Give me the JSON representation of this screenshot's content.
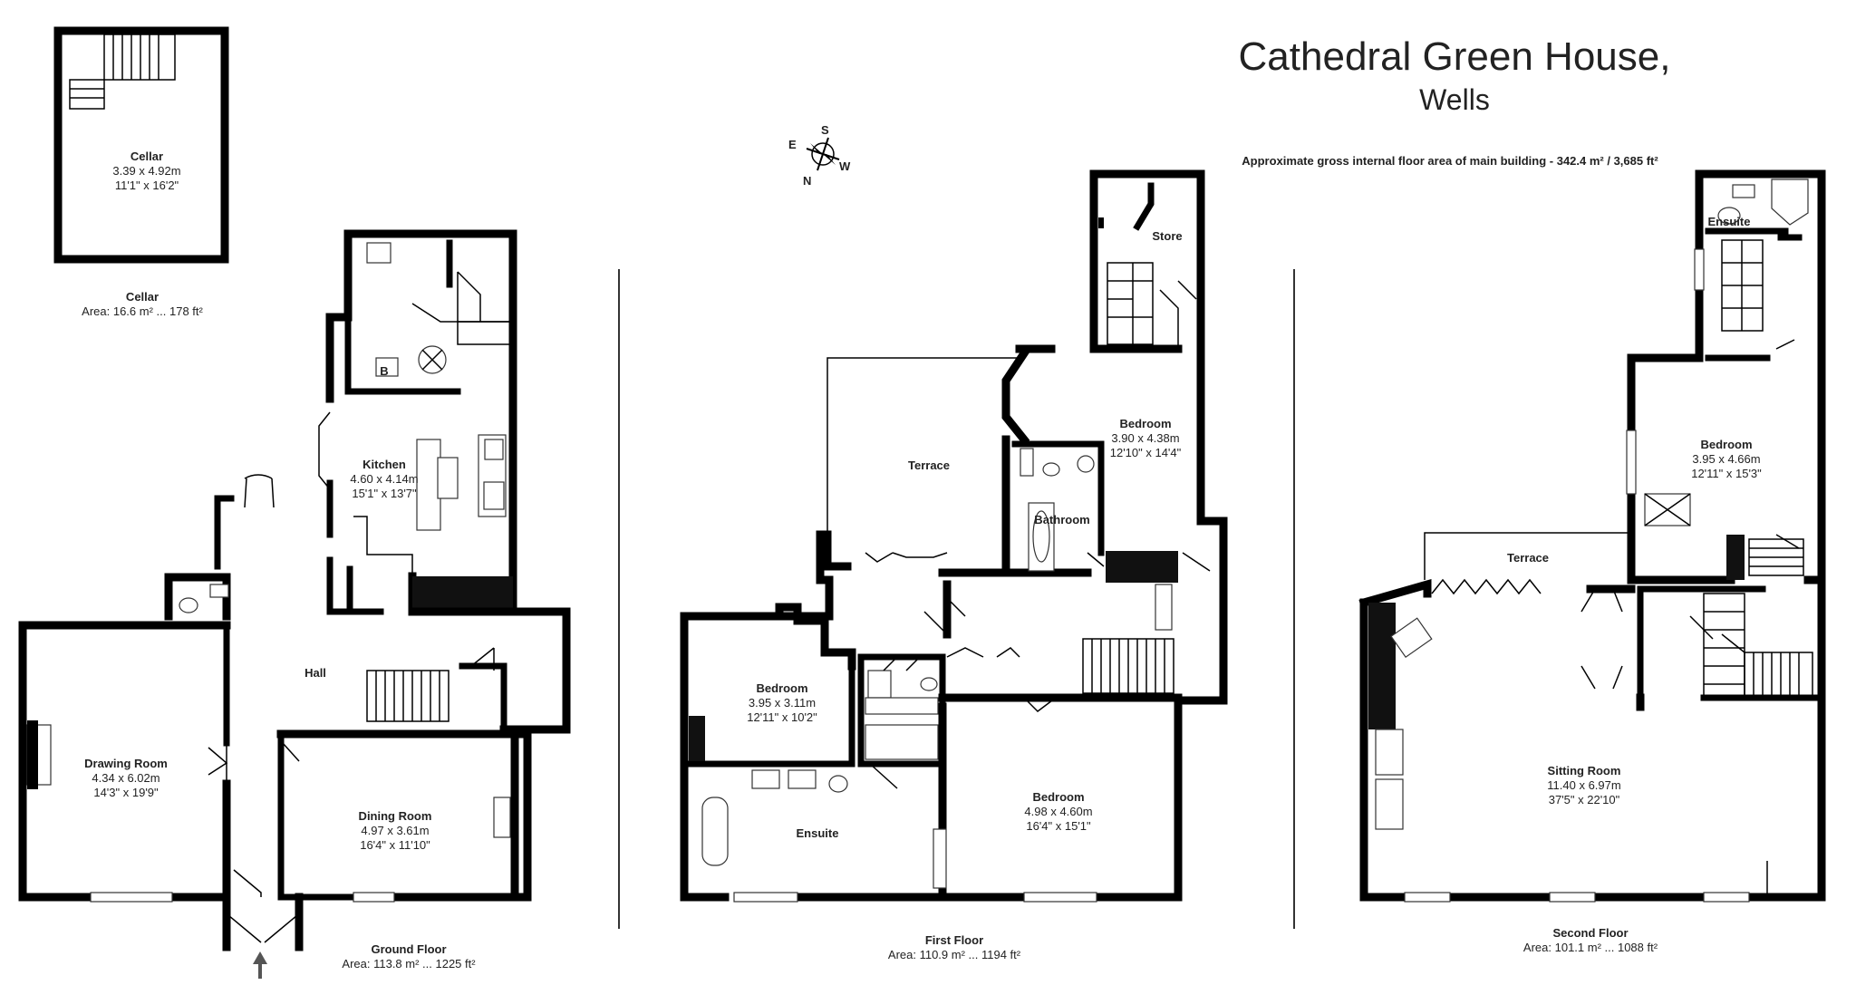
{
  "header": {
    "title": "Cathedral Green House,",
    "subtitle": "Wells",
    "gross_area_label": "Approximate gross internal floor area of main building  -  342.4 m² / 3,685 ft²"
  },
  "compass": {
    "s": "S",
    "e": "E",
    "w": "W",
    "n": "N"
  },
  "rooms": {
    "cellar": {
      "name": "Cellar",
      "m": "3.39 x 4.92m",
      "ft": "11'1\" x 16'2\""
    },
    "kitchen": {
      "name": "Kitchen",
      "m": "4.60 x 4.14m",
      "ft": "15'1\" x 13'7\""
    },
    "boiler": {
      "name": "B"
    },
    "hall": {
      "name": "Hall"
    },
    "drawing": {
      "name": "Drawing Room",
      "m": "4.34 x 6.02m",
      "ft": "14'3\" x 19'9\""
    },
    "dining": {
      "name": "Dining Room",
      "m": "4.97 x 3.61m",
      "ft": "16'4\" x 11'10\""
    },
    "terrace1": {
      "name": "Terrace"
    },
    "store": {
      "name": "Store"
    },
    "bedroom1": {
      "name": "Bedroom",
      "m": "3.90 x 4.38m",
      "ft": "12'10\" x 14'4\""
    },
    "bathroom": {
      "name": "Bathroom"
    },
    "bedroom2": {
      "name": "Bedroom",
      "m": "3.95 x 3.11m",
      "ft": "12'11\" x 10'2\""
    },
    "ensuite1": {
      "name": "Ensuite"
    },
    "bedroom3": {
      "name": "Bedroom",
      "m": "4.98 x 4.60m",
      "ft": "16'4\" x 15'1\""
    },
    "ensuite2": {
      "name": "Ensuite"
    },
    "bedroom4": {
      "name": "Bedroom",
      "m": "3.95 x 4.66m",
      "ft": "12'11\" x 15'3\""
    },
    "terrace2": {
      "name": "Terrace"
    },
    "sitting": {
      "name": "Sitting Room",
      "m": "11.40 x 6.97m",
      "ft": "37'5\" x 22'10\""
    }
  },
  "floors": {
    "cellar": {
      "name": "Cellar",
      "area": "Area: 16.6 m² ... 178 ft²"
    },
    "ground": {
      "name": "Ground Floor",
      "area": "Area: 113.8 m² ... 1225 ft²"
    },
    "first": {
      "name": "First Floor",
      "area": "Area: 110.9 m² ... 1194 ft²"
    },
    "second": {
      "name": "Second Floor",
      "area": "Area: 101.1 m² ... 1088 ft²"
    }
  }
}
